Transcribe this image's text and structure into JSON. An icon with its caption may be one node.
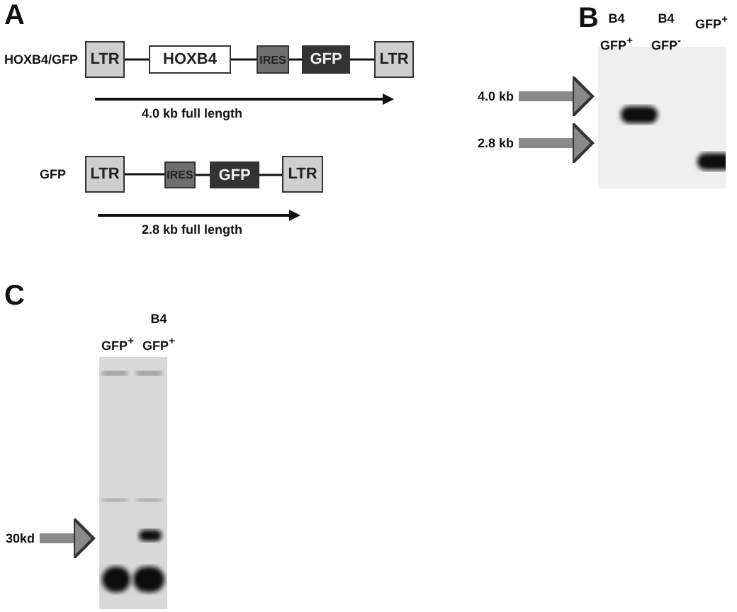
{
  "diagram": {
    "nodes": [
      {
        "text": [
          "LTR"
        ]
      },
      {
        "text": [
          "HOXB4"
        ]
      },
      {
        "text": [
          "IRES"
        ]
      },
      {
        "text": [
          "GFP"
        ]
      },
      {
        "text": [
          "LTR"
        ]
      },
      {
        "text": [
          "LTR"
        ]
      },
      {
        "text": [
          "IRES"
        ]
      },
      {
        "text": [
          "GFP"
        ]
      },
      {
        "text": [
          "LTR"
        ]
      },
      {
        "text": [],
        "shape": "picture"
      },
      {
        "text": [
          "4.0 kb"
        ]
      },
      {
        "text": [
          "2.8 kb"
        ]
      },
      {
        "text": [],
        "shape": "picture"
      },
      {
        "text": [
          "30kd"
        ]
      }
    ],
    "edges": [
      {
        "from": 0,
        "to": 1,
        "arrow": "none"
      },
      {
        "from": 1,
        "to": 2,
        "arrow": "none"
      },
      {
        "from": 2,
        "to": 3,
        "arrow": "none"
      },
      {
        "from": 3,
        "to": 4,
        "arrow": "none"
      },
      {
        "from": 5,
        "to": 6,
        "arrow": "none"
      },
      {
        "from": 6,
        "to": 7,
        "arrow": "none"
      },
      {
        "from": 7,
        "to": 8,
        "arrow": "none"
      },
      {
        "from": 10,
        "to": 9,
        "arrow": "to",
        "style": "thick",
        "color": "#8a8a8a"
      },
      {
        "from": 11,
        "to": 9,
        "arrow": "to",
        "style": "thick",
        "color": "#8a8a8a"
      },
      {
        "from": 13,
        "to": 12,
        "arrow": "to",
        "style": "thick",
        "color": "#8a8a8a"
      }
    ],
    "labels": [
      "A",
      "HOXB4/GFP",
      "4.0 kb full length",
      "GFP",
      "2.8 kb full length",
      "B",
      "B4 GFP$^{+}$",
      "B4 GFP$^{-}$",
      "GFP$^{+}$",
      "C",
      "GFP$^{+}$",
      "B4 GFP$^{+}$"
    ]
  }
}
